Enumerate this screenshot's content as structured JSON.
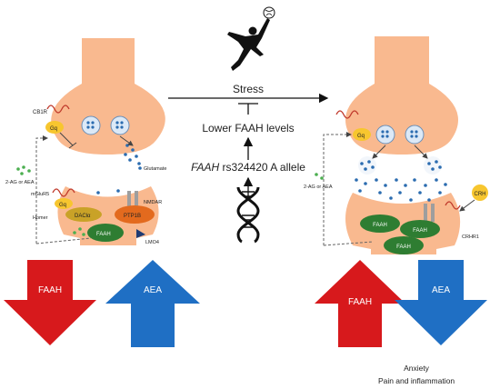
{
  "center": {
    "stress": "Stress",
    "lower_faah": "Lower FAAH levels",
    "allele_gene": "FAAH",
    "allele_rest": " rs324420 A allele"
  },
  "left_synapse": {
    "cb1r": "CB1R",
    "gq": "Gq",
    "glutamate": "Glutamate",
    "ligand": "2-AG or AEA",
    "mglur5": "mGluR5",
    "gq2": "Gq",
    "homer": "Homer",
    "daclc": "DAClα",
    "nmdar": "NMDAR",
    "ptp1b": "PTP1B",
    "faah": "FAAH",
    "lmo4": "LMO4"
  },
  "right_synapse": {
    "gq": "Gq",
    "ligand": "2-AG or AEA",
    "crh": "CRH",
    "crhr1": "CRHR1",
    "faah_labels": [
      "FAAH",
      "FAAH",
      "FAAH"
    ]
  },
  "left_arrows": {
    "down_label": "FAAH",
    "up_label": "AEA"
  },
  "right_arrows": {
    "up_label": "FAAH",
    "down_label": "AEA"
  },
  "outcome": {
    "line1": "Anxiety",
    "line2": "Pain and inflammation"
  },
  "colors": {
    "neuron": "#f9b98f",
    "faah_green": "#2e7d32",
    "red_arrow": "#d7191c",
    "blue_arrow": "#1f6fc4",
    "dots": "#2b6cb0",
    "ligand": "#4caf50"
  }
}
